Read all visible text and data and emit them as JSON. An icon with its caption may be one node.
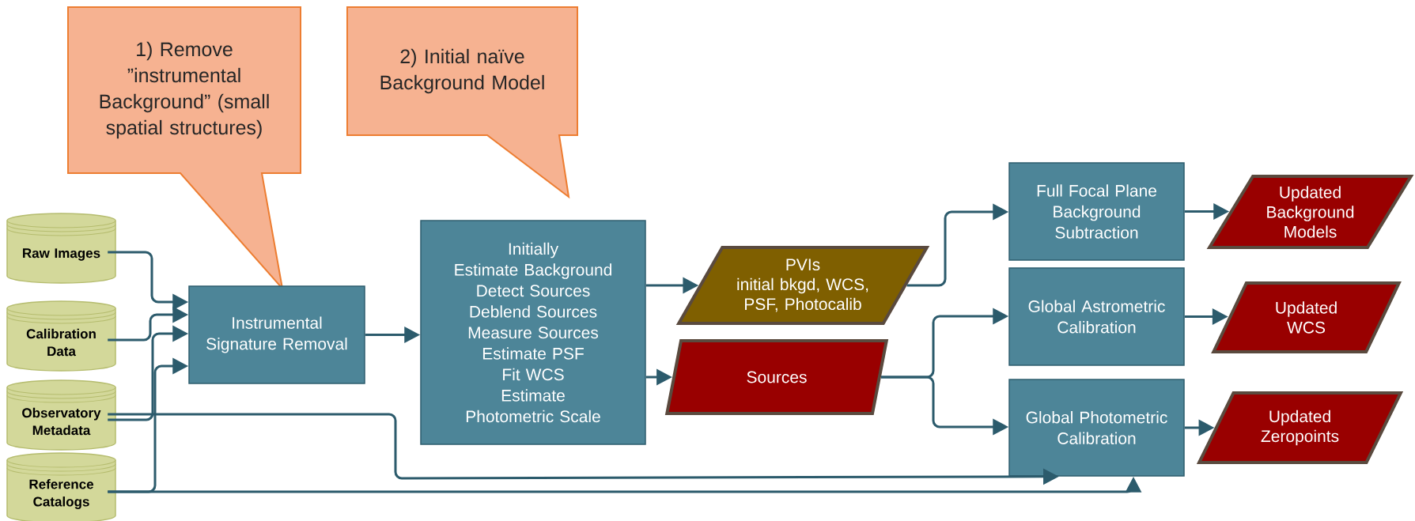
{
  "diagram": {
    "nodes": [
      {
        "text": [
          "1) Remove ”instrumental Background” (small spatial structures)"
        ]
      },
      {
        "text": [
          "2) Initial naïve Background Model"
        ]
      },
      {
        "text": [
          "Raw Images"
        ]
      },
      {
        "text": [
          "Calibration Data"
        ]
      },
      {
        "text": [
          "Observatory Metadata"
        ]
      },
      {
        "text": [
          "Reference Catalogs"
        ]
      },
      {
        "text": [
          "Instrumental Signature Removal"
        ]
      },
      {
        "text": [
          "Initially",
          "Estimate Background",
          "Detect Sources",
          "Deblend Sources",
          "Measure Sources",
          "Estimate PSF",
          "Fit WCS",
          "Estimate Photometric Scale"
        ]
      },
      {
        "text": [
          "PVIs",
          "initial bkgd, WCS, PSF, Photocalib"
        ]
      },
      {
        "text": [
          "Sources"
        ]
      },
      {
        "text": [
          "Full Focal Plane Background Subtraction"
        ]
      },
      {
        "text": [
          "Global Astrometric Calibration"
        ]
      },
      {
        "text": [
          "Global Photometric Calibration"
        ]
      },
      {
        "text": [
          "Updated Background Models"
        ]
      },
      {
        "text": [
          "Updated WCS"
        ]
      },
      {
        "text": [
          "Updated Zeropoints"
        ]
      }
    ],
    "edges": [
      {
        "from": 2,
        "to": 6,
        "arrow": "to"
      },
      {
        "from": 3,
        "to": 6,
        "arrow": "to"
      },
      {
        "from": 4,
        "to": 6,
        "arrow": "to"
      },
      {
        "from": 5,
        "to": 6,
        "arrow": "to"
      },
      {
        "from": 6,
        "to": 7,
        "arrow": "to"
      },
      {
        "from": 7,
        "to": 8,
        "arrow": "to"
      },
      {
        "from": 7,
        "to": 9,
        "arrow": "to"
      },
      {
        "from": 8,
        "to": 10,
        "arrow": "to"
      },
      {
        "from": 9,
        "to": 11,
        "arrow": "to"
      },
      {
        "from": 9,
        "to": 12,
        "arrow": "to"
      },
      {
        "from": 4,
        "to": 12,
        "arrow": "to"
      },
      {
        "from": 5,
        "to": 12,
        "arrow": "to"
      },
      {
        "from": 10,
        "to": 13,
        "arrow": "to"
      },
      {
        "from": 11,
        "to": 14,
        "arrow": "to"
      },
      {
        "from": 12,
        "to": 15,
        "arrow": "to"
      }
    ]
  }
}
